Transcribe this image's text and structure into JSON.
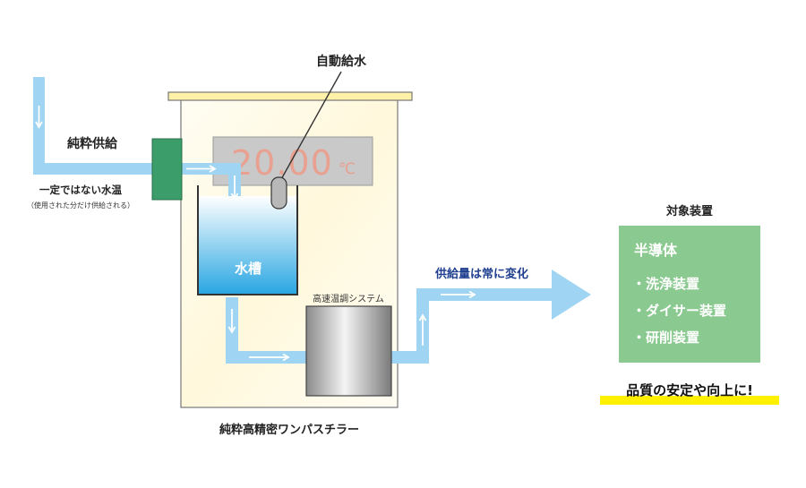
{
  "labels": {
    "auto_water": "自動給水",
    "pure_supply": "純粋供給",
    "unstable_temp": "一定ではない水温",
    "unstable_temp_note": "（使用された分だけ供給される）",
    "tank": "水槽",
    "fast_control": "高速温調システム",
    "supply_varies": "供給量は常に変化",
    "target_device": "対象装置",
    "chiller_name": "純粋高精密ワンパスチラー",
    "quality": "品質の安定や向上に!"
  },
  "display": {
    "temperature": "20.00",
    "unit": "℃"
  },
  "target": {
    "category": "半導体",
    "items": [
      "・洗浄装置",
      "・ダイサー装置",
      "・研削装置"
    ]
  },
  "colors": {
    "pipe": "#9fd4f2",
    "arrow": "#ffffff",
    "cabinet_fill": "#fffbe6",
    "cabinet_lid": "#fff2a8",
    "valve": "#3b9e6a",
    "display_bg": "#c9c9c9",
    "display_text": "#e8a090",
    "target_box": "#8ac98f",
    "highlight": "#fff000",
    "supply_text": "#1f3f8f"
  }
}
